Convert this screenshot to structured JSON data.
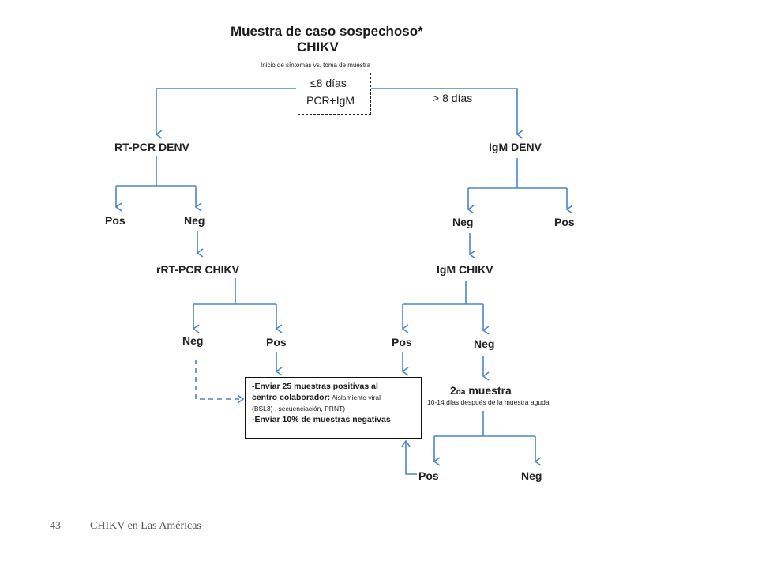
{
  "title": {
    "line1": "Muestra de caso sospechoso*",
    "line2": "CHIKV",
    "note": "Inicio de  síntomas vs. toma de muestra"
  },
  "criteria_box": {
    "line1": "≤8 días",
    "line2": "PCR+IgM"
  },
  "right_branch_label": "> 8 días",
  "left_branch": {
    "test1": "RT-PCR DENV",
    "test1_pos": "Pos",
    "test1_neg": "Neg",
    "test2": "rRT-PCR CHIKV",
    "test2_neg": "Neg",
    "test2_pos": "Pos"
  },
  "right_branch": {
    "test1": "IgM DENV",
    "test1_neg": "Neg",
    "test1_pos": "Pos",
    "test2": "IgM CHIKV",
    "test2_pos": "Pos",
    "test2_neg": "Neg",
    "second_sample": {
      "prefix": "2",
      "sub": "da",
      "suffix": " muestra"
    },
    "second_sample_note": "10-14 días después de la muestra aguda",
    "test3_pos": "Pos",
    "test3_neg": "Neg"
  },
  "action_box": {
    "line1": "-Enviar 25 muestras positivas al",
    "line2_bold": "centro colaborador:",
    "line2_rest": " Aislamiento viral",
    "line3": "(BSL3) , secuenciación, PRNT)",
    "line4_dash": "-",
    "line4_bold": "Enviar 10% de muestras negativas"
  },
  "footer": {
    "page": "43",
    "text": "CHIKV en Las Américas"
  },
  "colors": {
    "arrow": "#4a86c8",
    "box_border": "#111111",
    "footer": "#555555"
  }
}
